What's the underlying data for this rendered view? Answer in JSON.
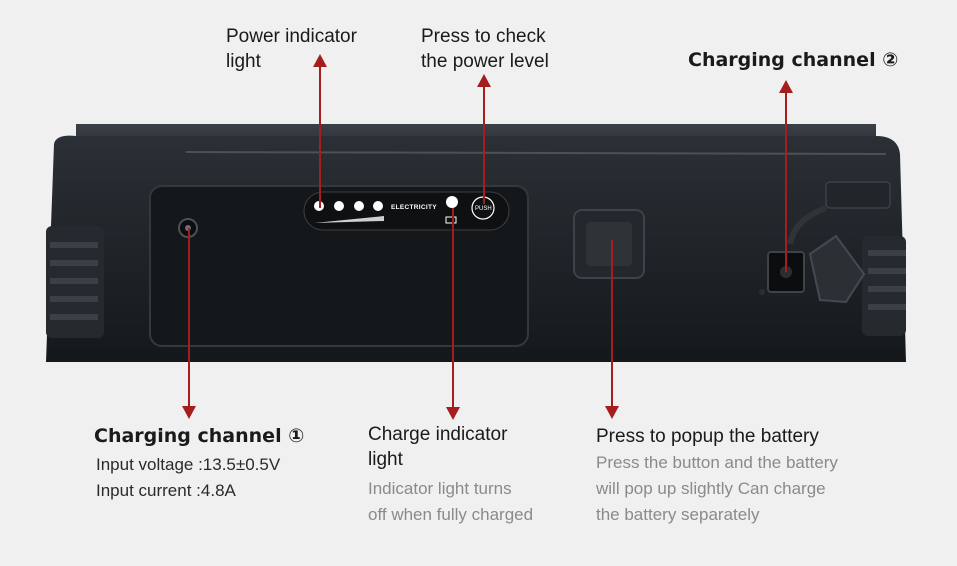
{
  "callouts": {
    "power_indicator": {
      "lines": [
        "Power indicator",
        "light"
      ]
    },
    "press_check": {
      "lines": [
        "Press to check",
        "the power level"
      ]
    },
    "channel2": {
      "title": "Charging channel ②"
    },
    "channel1": {
      "title": "Charging channel ①",
      "details": [
        "Input voltage :13.5±0.5V",
        "Input current :4.8A"
      ]
    },
    "charge_indicator": {
      "lines": [
        "Charge indicator",
        "light"
      ],
      "details": [
        "Indicator light turns",
        "off when fully charged"
      ]
    },
    "popup": {
      "title": "Press to popup the battery",
      "details": [
        "Press the button and the battery",
        "will pop up slightly Can charge",
        "the battery separately"
      ]
    }
  },
  "device_panel": {
    "electricity_label": "ELECTRICITY",
    "push_label": "PUSH"
  },
  "colors": {
    "arrow": "#a51d1d",
    "background": "#f0f0f0",
    "device_body": "#1e2226",
    "grey_text": "#8a8a8a"
  },
  "icons": [
    "arrow-up-icon",
    "arrow-down-icon",
    "battery-icon"
  ]
}
